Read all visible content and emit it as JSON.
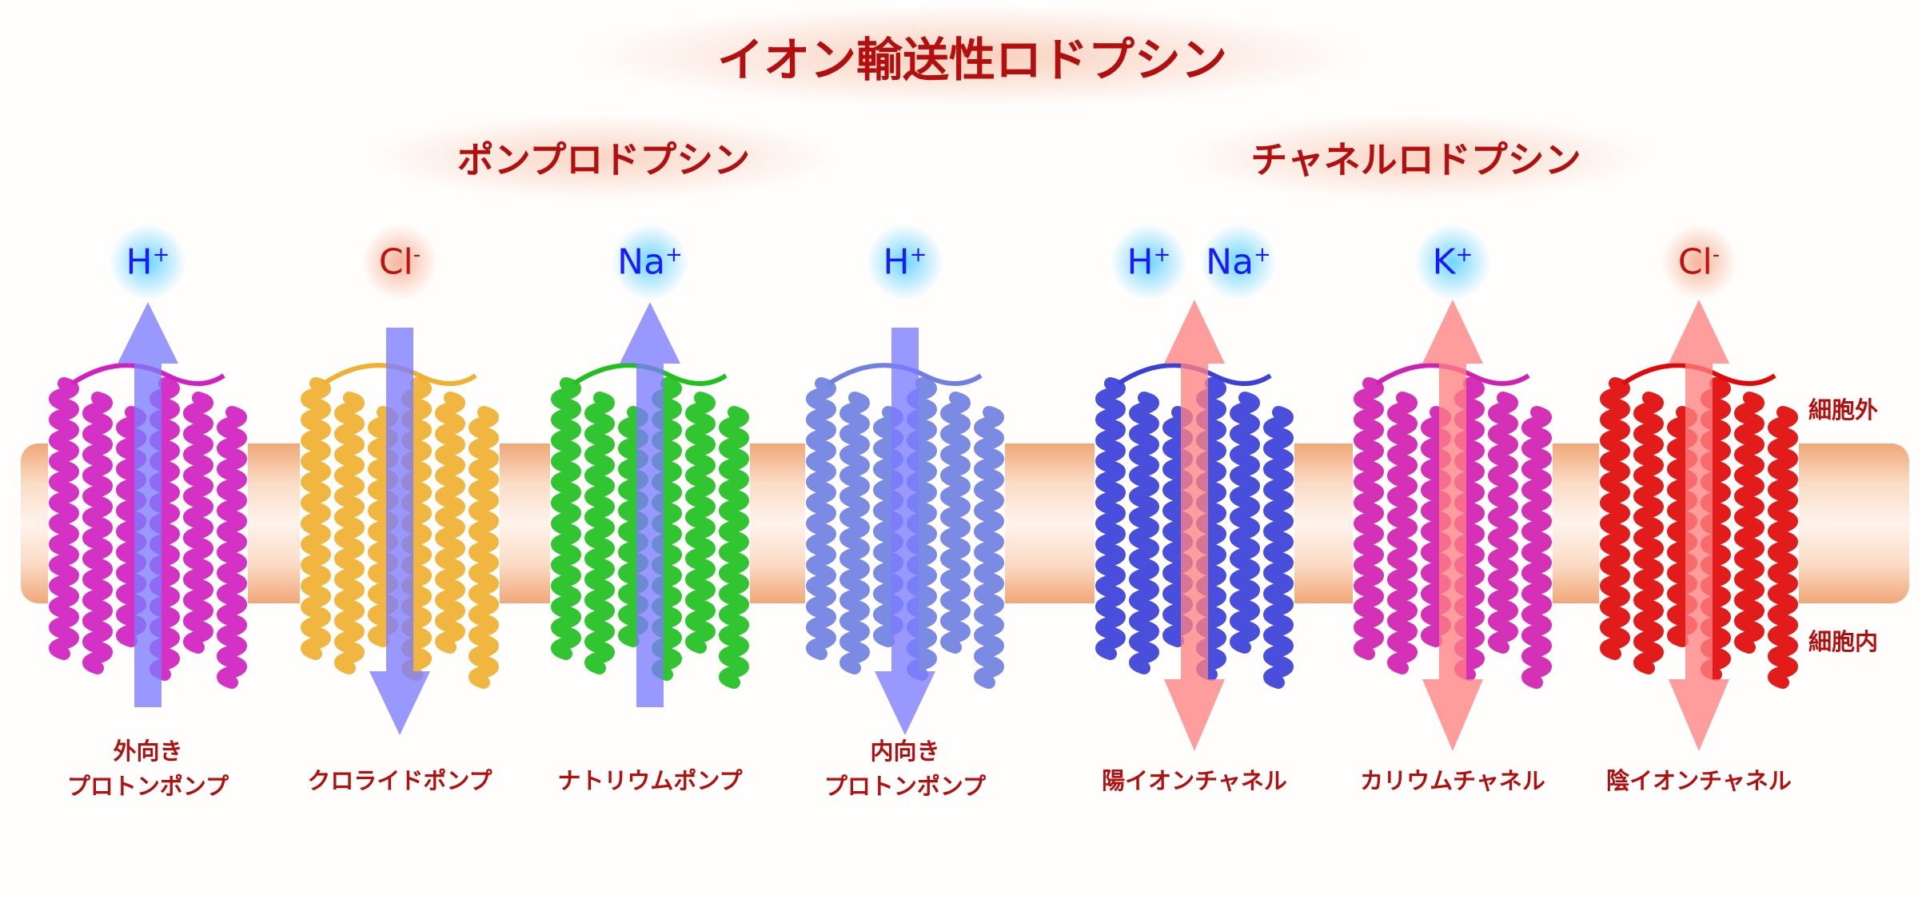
{
  "title": "イオン輸送性ロドプシン",
  "groups": {
    "pump": "ポンプロドプシン",
    "channel": "チャネルロドプシン"
  },
  "side_labels": {
    "outside": "細胞外",
    "inside": "細胞内"
  },
  "colors": {
    "heading": "#b40f0f",
    "membrane": "#f2b48c",
    "pump_arrow": "#7b7bff",
    "channel_arrow": "#ff8080",
    "ion_blue": "#1a1aff",
    "ion_red": "#c01010"
  },
  "proteins": [
    {
      "name": "outward-proton-pump",
      "label": [
        "外向き",
        "プロトンポンプ"
      ],
      "ions": [
        {
          "sym": "H",
          "charge": "+",
          "color": "blue"
        }
      ],
      "arrow": "up",
      "color": "#d020c0"
    },
    {
      "name": "chloride-pump",
      "label": [
        "クロライドポンプ"
      ],
      "ions": [
        {
          "sym": "Cl",
          "charge": "-",
          "color": "red"
        }
      ],
      "arrow": "down",
      "color": "#f0b030"
    },
    {
      "name": "sodium-pump",
      "label": [
        "ナトリウムポンプ"
      ],
      "ions": [
        {
          "sym": "Na",
          "charge": "+",
          "color": "blue"
        }
      ],
      "arrow": "up",
      "color": "#20c020"
    },
    {
      "name": "inward-proton-pump",
      "label": [
        "内向き",
        "プロトンポンプ"
      ],
      "ions": [
        {
          "sym": "H",
          "charge": "+",
          "color": "blue"
        }
      ],
      "arrow": "down",
      "color": "#7080e0"
    },
    {
      "name": "cation-channel",
      "label": [
        "陽イオンチャネル"
      ],
      "ions": [
        {
          "sym": "H",
          "charge": "+",
          "color": "blue"
        },
        {
          "sym": "Na",
          "charge": "+",
          "color": "blue"
        }
      ],
      "arrow": "both",
      "color": "#3a40d8"
    },
    {
      "name": "potassium-channel",
      "label": [
        "カリウムチャネル"
      ],
      "ions": [
        {
          "sym": "K",
          "charge": "+",
          "color": "blue"
        }
      ],
      "arrow": "both",
      "color": "#d020b0"
    },
    {
      "name": "anion-channel",
      "label": [
        "陰イオンチャネル"
      ],
      "ions": [
        {
          "sym": "Cl",
          "charge": "-",
          "color": "red"
        }
      ],
      "arrow": "both",
      "color": "#e00808"
    }
  ]
}
